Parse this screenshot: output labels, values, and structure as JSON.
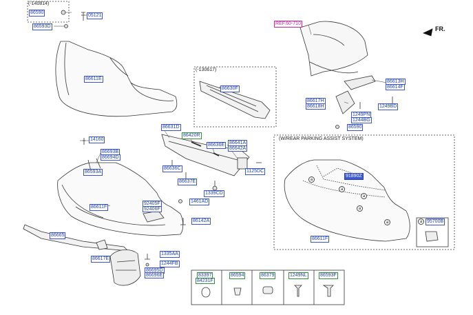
{
  "diagram": {
    "notes": {
      "date_top": "(-140814)",
      "date_mid": "(-130617)",
      "parking_title": "(W/REAR PARKING ASSIST SYSTEM)",
      "fr": "FR."
    },
    "callouts": {
      "ref": "REF.60-710",
      "p86590": "86590",
      "p05121": "05121",
      "p86593D": "86593D",
      "p86611E": "86611E",
      "p86630F": "86630F",
      "p86613H": "86613H",
      "p86614F": "86614F",
      "p86617H": "86617H",
      "p86618H": "86618H",
      "p1249PN": "1249PN",
      "p1244BG": "1244BG",
      "p1249BD": "1249BD",
      "p86590b": "86590",
      "p86631D": "86631D",
      "p86420R": "86420R",
      "p86636E": "86636E",
      "p86641A": "86641A",
      "p86642A": "86642A",
      "p86636C": "86636C",
      "p86637E": "86637E",
      "p1125DC": "1125DC",
      "p1339CD": "1339CD",
      "p14160": "14160",
      "p86693B": "86693B",
      "p86694D": "86694D",
      "p86593A": "86593A",
      "p86611F": "86611F",
      "p92405F": "92405F",
      "p92406F": "92406F",
      "p1461AD": "1461AD",
      "p86142A": "86142A",
      "p86665": "86665",
      "p86617E": "86617E",
      "p1335AA": "1335AA",
      "p1244FB": "1244FB",
      "p86695D": "86695D",
      "p86696E": "86696E",
      "p91890Z": "91890Z",
      "p86611Fb": "86611F",
      "p95700B": "95700B",
      "circle_a": "a"
    },
    "legend": [
      {
        "code1": "83397",
        "code2": "84231F"
      },
      {
        "code1": "86594",
        "code2": ""
      },
      {
        "code1": "86379",
        "code2": ""
      },
      {
        "code1": "1249NL",
        "code2": ""
      },
      {
        "code1": "86593F",
        "code2": ""
      }
    ],
    "colors": {
      "label_blue": "#1f3fa6",
      "box_blue": "#3a55c7",
      "green_box": "#2f8f3a",
      "ref_magenta": "#c2269c",
      "highlight": "#3b57d6"
    }
  }
}
